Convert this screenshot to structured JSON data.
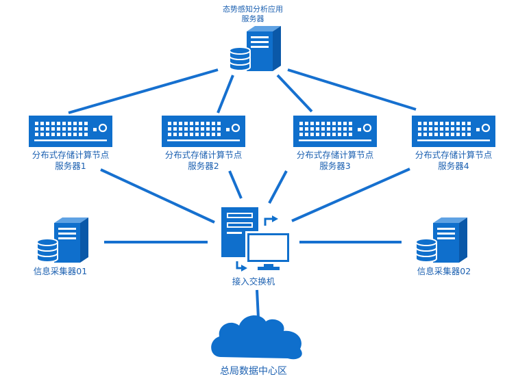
{
  "colors": {
    "primary": "#0f6fcc",
    "line": "#1670cf",
    "text": "#1a5fb0",
    "white": "#ffffff"
  },
  "top_server": {
    "line1": "态势感知分析应用",
    "line2": "服务器",
    "icon": "tower-server-with-database-icon"
  },
  "storage_nodes": [
    {
      "line1": "分布式存储计算节点",
      "line2": "服务器1",
      "icon": "rack-server-icon"
    },
    {
      "line1": "分布式存储计算节点",
      "line2": "服务器2",
      "icon": "rack-server-icon"
    },
    {
      "line1": "分布式存储计算节点",
      "line2": "服务器3",
      "icon": "rack-server-icon"
    },
    {
      "line1": "分布式存储计算节点",
      "line2": "服务器4",
      "icon": "rack-server-icon"
    }
  ],
  "switch": {
    "label": "接入交换机",
    "icon": "server-monitor-exchange-icon"
  },
  "collectors": [
    {
      "label": "信息采集器01",
      "icon": "tower-server-with-database-icon"
    },
    {
      "label": "信息采集器02",
      "icon": "tower-server-with-database-icon"
    }
  ],
  "datacenter": {
    "label": "总局数据中心区",
    "icon": "cloud-icon"
  }
}
